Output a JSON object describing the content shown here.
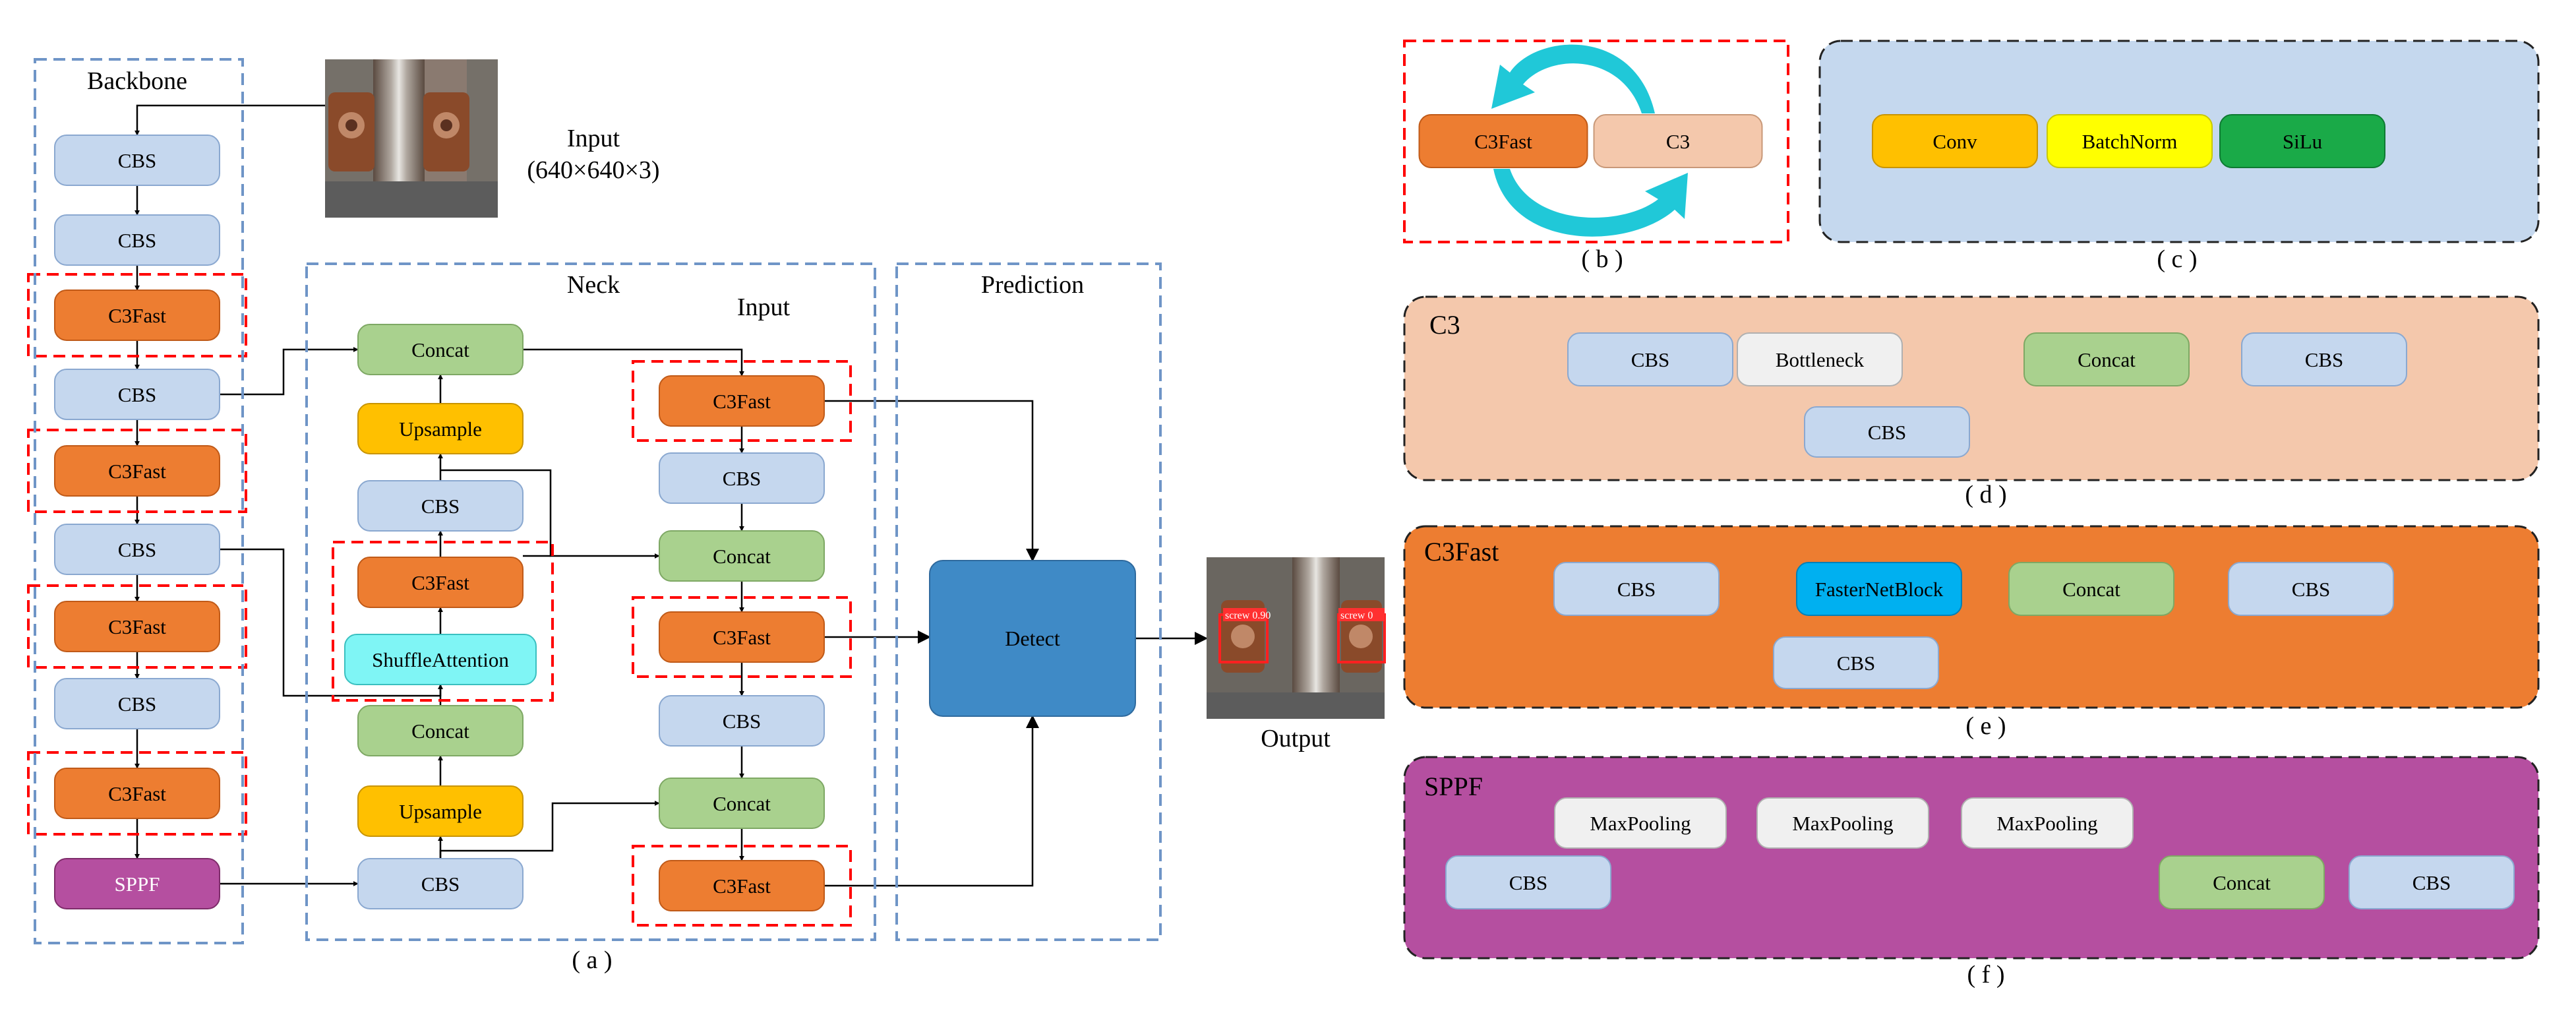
{
  "colors": {
    "cbs": "#c5d7ee",
    "c3fast": "#ed7d31",
    "concat": "#a9d18e",
    "upsample": "#ffc000",
    "shuffle": "#7ff5f5",
    "sppf": "#b54fa0",
    "detect": "#3f8ac6",
    "conv": "#ffc000",
    "batchnorm": "#ffff00",
    "silu": "#1aaa48",
    "fasternet": "#00b0f0",
    "bottleneck": "#f0f0f0",
    "maxpool": "#f0f0f0",
    "c3": "#f4c8ac",
    "panel_c": "#c5d8ee",
    "panel_d": "#f4c8ac",
    "panel_e": "#ed7d31",
    "panel_f": "#b54fa0",
    "dash_blue": "#6f95c7",
    "dash_red": "#ff0000"
  },
  "labels": {
    "backbone": "Backbone",
    "neck": "Neck",
    "neck_input": "Input",
    "prediction": "Prediction",
    "input_title": "Input",
    "input_dims": "(640×640×3)",
    "output": "Output",
    "cap_a": "( a )",
    "cap_b": "( b )",
    "cap_c": "( c )",
    "cap_d": "( d )",
    "cap_e": "( e )",
    "cap_f": "( f )",
    "detect": "Detect"
  },
  "backbone": [
    "CBS",
    "CBS",
    "C3Fast",
    "CBS",
    "C3Fast",
    "CBS",
    "C3Fast",
    "CBS",
    "C3Fast",
    "SPPF"
  ],
  "neck_left": [
    "Concat",
    "Upsample",
    "CBS",
    "C3Fast",
    "ShuffleAttention",
    "Concat",
    "Upsample",
    "CBS"
  ],
  "neck_right": [
    "C3Fast",
    "CBS",
    "Concat",
    "C3Fast",
    "CBS",
    "Concat",
    "C3Fast"
  ],
  "panel_b": {
    "left": "C3Fast",
    "right": "C3"
  },
  "panel_c": [
    "Conv",
    "BatchNorm",
    "SiLu"
  ],
  "panel_d": {
    "title": "C3",
    "items": [
      "CBS",
      "Bottleneck",
      "Concat",
      "CBS"
    ],
    "branch": "CBS"
  },
  "panel_e": {
    "title": "C3Fast",
    "items": [
      "CBS",
      "FasterNetBlock",
      "Concat",
      "CBS"
    ],
    "branch": "CBS"
  },
  "panel_f": {
    "title": "SPPF",
    "cbs": "CBS",
    "pools": [
      "MaxPooling",
      "MaxPooling",
      "MaxPooling"
    ],
    "concat": "Concat",
    "out": "CBS"
  },
  "detections": [
    "screw 0.90",
    "screw 0"
  ]
}
